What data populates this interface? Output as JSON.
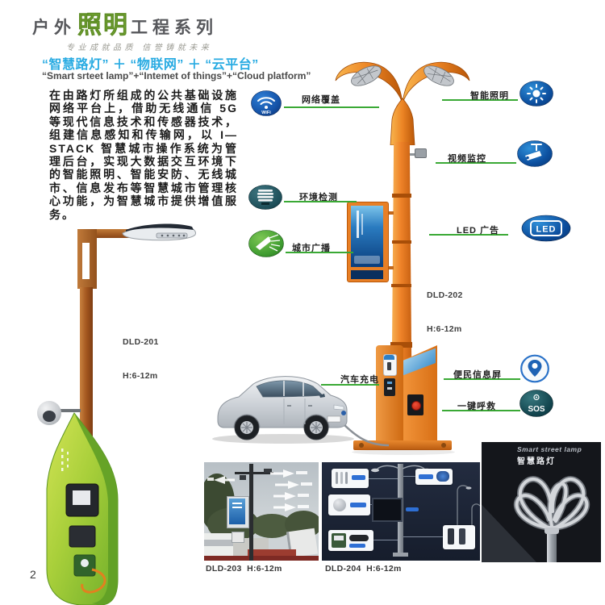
{
  "page_number": "2",
  "header": {
    "title_part1": "户外",
    "title_highlight": "照明",
    "title_part2": "工程系列",
    "subtitle": "专业成就品质 信誉铸就未来"
  },
  "intro": {
    "headline_cn": "“智慧路灯” ＋ “物联网” ＋ “云平台”",
    "headline_en": "“Smart srteet lamp”+“Intemet of things”+“Cloud platform”",
    "body": "在由路灯所组成的公共基础设施网络平台上，借助无线通信 5G 等现代信息技术和传感器技术，组建信息感知和传输网，以 I—STACK 智慧城市操作系统为管理后台，实现大数据交互环境下的智能照明、智能安防、无线城市、信息发布等智慧城市管理核心功能，为智慧城市提供增值服务。"
  },
  "models": {
    "left": {
      "code": "DLD-201",
      "height": "H:6-12m"
    },
    "center": {
      "code": "DLD-202",
      "height": "H:6-12m"
    }
  },
  "features": {
    "network": "网络覆盖",
    "environment": "环境检测",
    "broadcast": "城市广播",
    "charging": "汽车充电",
    "lighting": "智能照明",
    "cctv": "视频监控",
    "led_ad": "LED 广告",
    "info_screen": "便民信息屏",
    "sos": "一键呼救"
  },
  "icon_text": {
    "wifi": "WiFi",
    "led": "LED",
    "sos": "SOS"
  },
  "gallery": {
    "photo1_caption": "DLD-203  H:6-12m",
    "photo2_caption": "DLD-204  H:6-12m",
    "photo3_title_en": "Smart street lamp",
    "photo3_title_cn": "智慧路灯"
  },
  "colors": {
    "accent_blue": "#29abe2",
    "line_green": "#3aa935",
    "title_green": "#79aa34",
    "pole_orange": "#ef8329"
  }
}
